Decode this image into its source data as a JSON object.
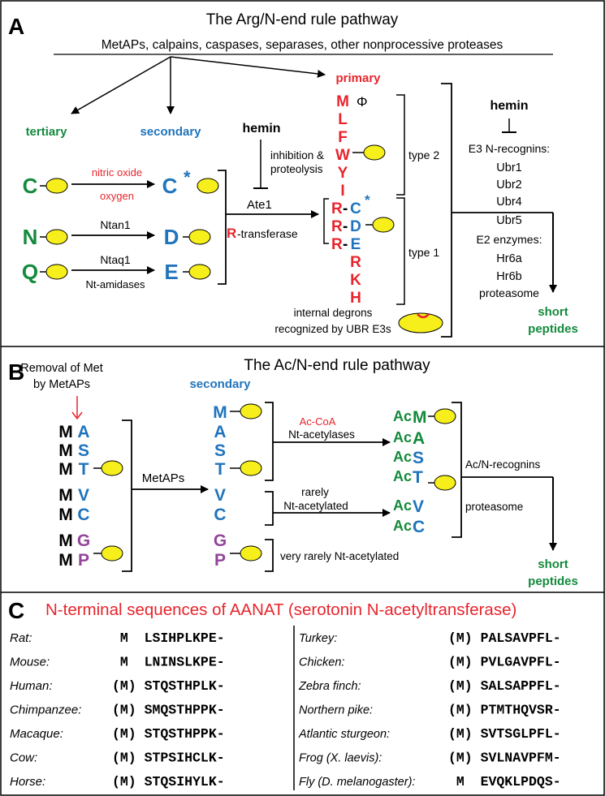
{
  "colors": {
    "red": "#e8242c",
    "blue": "#1f74bc",
    "green": "#148a3c",
    "purple": "#93449a",
    "yellow": "#f6ef1c",
    "black": "#000000"
  },
  "panelA": {
    "letter": "A",
    "title": "The Arg/N-end rule pathway",
    "proteases": "MetAPs, calpains, caspases, separases, other nonprocessive proteases",
    "tertiary": "tertiary",
    "secondary": "secondary",
    "primary": "primary",
    "tert_res": [
      "C",
      "N",
      "Q"
    ],
    "sec_res": [
      "C",
      "D",
      "E"
    ],
    "star": "*",
    "no_label": "nitric oxide",
    "oxygen_label": "oxygen",
    "ntan1": "Ntan1",
    "ntaq1": "Ntaq1",
    "nt_amidases": "Nt-amidases",
    "hemin1": "hemin",
    "inhib1": "inhibition &",
    "inhib2": "proteolysis",
    "ate1": "Ate1",
    "r_letter": "R",
    "r_transferase": "-transferase",
    "type2_res": [
      "M",
      "L",
      "F",
      "W",
      "Y",
      "I"
    ],
    "phi": "Φ",
    "type1_r": [
      "R",
      "R",
      "R"
    ],
    "dash": "-",
    "type1_blue": [
      "C",
      "D",
      "E"
    ],
    "type1_red": [
      "R",
      "K",
      "H"
    ],
    "type2": "type 2",
    "type1": "type 1",
    "internal1": "internal degrons",
    "internal2": "recognized by UBR E3s",
    "hemin2": "hemin",
    "e3_title": "E3 N-recognins:",
    "ubr": [
      "Ubr1",
      "Ubr2",
      "Ubr4",
      "Ubr5"
    ],
    "e2_title": "E2 enzymes:",
    "e2": [
      "Hr6a",
      "Hr6b"
    ],
    "proteasome": "proteasome",
    "short1": "short",
    "short2": "peptides"
  },
  "panelB": {
    "letter": "B",
    "title": "The Ac/N-end rule pathway",
    "removal1": "Removal of Met",
    "removal2": "by MetAPs",
    "pairs": [
      [
        "M",
        "A"
      ],
      [
        "M",
        "S"
      ],
      [
        "M",
        "T"
      ],
      [
        "M",
        "V"
      ],
      [
        "M",
        "C"
      ],
      [
        "M",
        "G"
      ],
      [
        "M",
        "P"
      ]
    ],
    "metaps": "MetAPs",
    "secondary": "secondary",
    "sec": [
      "M",
      "A",
      "S",
      "T",
      "V",
      "C",
      "G",
      "P"
    ],
    "acetyl_coa": "Ac-CoA",
    "nt_acetylases": "Nt-acetylases",
    "rarely1": "rarely",
    "rarely2": "Nt-acetylated",
    "very_rarely": "very rarely Nt-acetylated",
    "ac": "Ac",
    "ac_res": [
      "M",
      "A",
      "S",
      "T",
      "V",
      "C"
    ],
    "recognins": "Ac/N-recognins",
    "proteasome": "proteasome",
    "short1": "short",
    "short2": "peptides"
  },
  "panelC": {
    "letter": "C",
    "title": "N-terminal sequences of AANAT (serotonin N-acetyltransferase)",
    "left": [
      {
        "species": "Rat:",
        "seq": " M  LSIHPLKPE-"
      },
      {
        "species": "Mouse:",
        "seq": " M  LNINSLKPE-"
      },
      {
        "species": "Human:",
        "seq": "(M) STQSTHPLK-"
      },
      {
        "species": "Chimpanzee:",
        "seq": "(M) SMQSTHPPK-"
      },
      {
        "species": "Macaque:",
        "seq": "(M) STQSTHPPK-"
      },
      {
        "species": "Cow:",
        "seq": "(M) STPSIHCLK-"
      },
      {
        "species": "Horse:",
        "seq": "(M) STQSIHYLK-"
      }
    ],
    "right": [
      {
        "species": "Turkey:",
        "seq": "(M) PALSAVPFL-"
      },
      {
        "species": "Chicken:",
        "seq": "(M) PVLGAVPFL-"
      },
      {
        "species": "Zebra finch:",
        "seq": "(M) SALSAPPFL-"
      },
      {
        "species": "Northern pike:",
        "seq": "(M) PTMTHQVSR-"
      },
      {
        "species": "Atlantic sturgeon:",
        "seq": "(M) SVTSGLPFL-"
      },
      {
        "species": "Frog (X. laevis):",
        "seq": "(M) SVLNAVPFM-"
      },
      {
        "species": "Fly (D. melanogaster):",
        "seq": " M  EVQKLPDQS-"
      }
    ]
  }
}
